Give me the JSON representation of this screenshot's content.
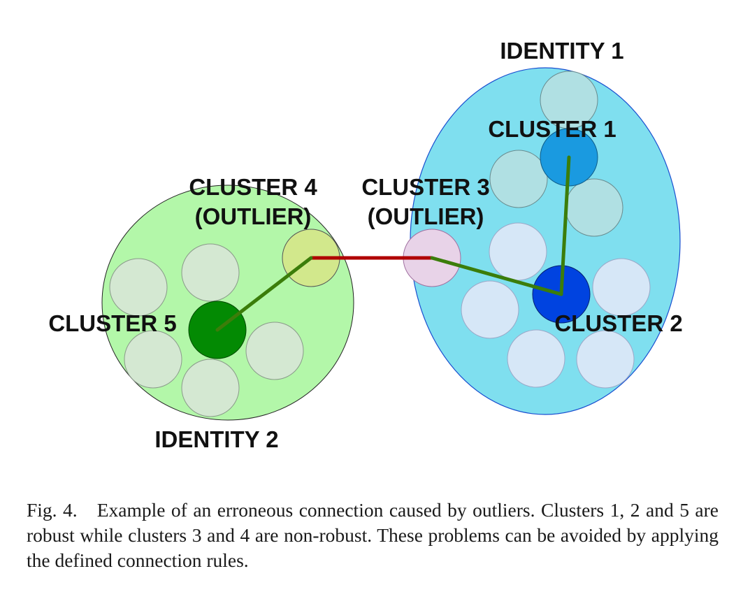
{
  "identities": {
    "identity1": "IDENTITY 1",
    "identity2": "IDENTITY 2"
  },
  "clusters": {
    "c1": "CLUSTER 1",
    "c2": "CLUSTER 2",
    "c3": "CLUSTER 3",
    "c3_tag": "(OUTLIER)",
    "c4": "CLUSTER 4",
    "c4_tag": "(OUTLIER)",
    "c5": "CLUSTER 5"
  },
  "caption": {
    "label": "Fig. 4.",
    "text": "Example of an erroneous connection caused by outliers. Clusters 1, 2 and 5 are robust while clusters 3 and 4 are non-robust. These problems can be avoided by applying the defined connection rules."
  },
  "colors": {
    "identity1_fill": "#7fdfef",
    "identity2_fill": "#b3f7a9",
    "robust_link": "#3b7d0a",
    "erroneous_link": "#b00000",
    "cluster1": "#1a9ae0",
    "cluster2": "#0043e0",
    "cluster5": "#038a03"
  }
}
